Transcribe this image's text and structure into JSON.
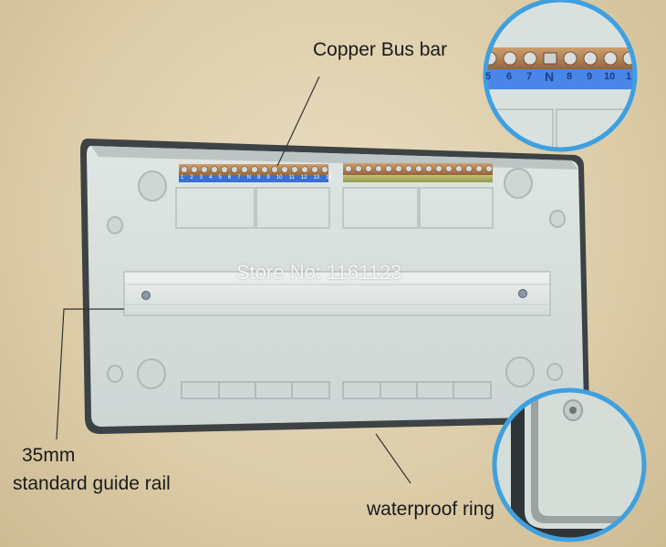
{
  "labels": {
    "copper_bus_bar": "Copper Bus bar",
    "guide_rail_size": "35mm",
    "guide_rail_text": "standard guide rail",
    "waterproof_ring": "waterproof ring"
  },
  "watermark": "Store No: 1161123",
  "busbar_zoom_numbers": [
    "5",
    "6",
    "7",
    "N",
    "8",
    "9",
    "10",
    "1"
  ],
  "busbar_small_numbers": [
    "1",
    "2",
    "3",
    "4",
    "5",
    "6",
    "7",
    "N",
    "8",
    "9",
    "10",
    "11",
    "12",
    "13",
    "14"
  ],
  "colors": {
    "background": "#dccca8",
    "box_body": "#dde4e2",
    "rim": "#4a4f52",
    "terminal_blue": "#2e6bd6",
    "copper": "#b98a5a",
    "zoom_ring": "#3fa0e0"
  }
}
